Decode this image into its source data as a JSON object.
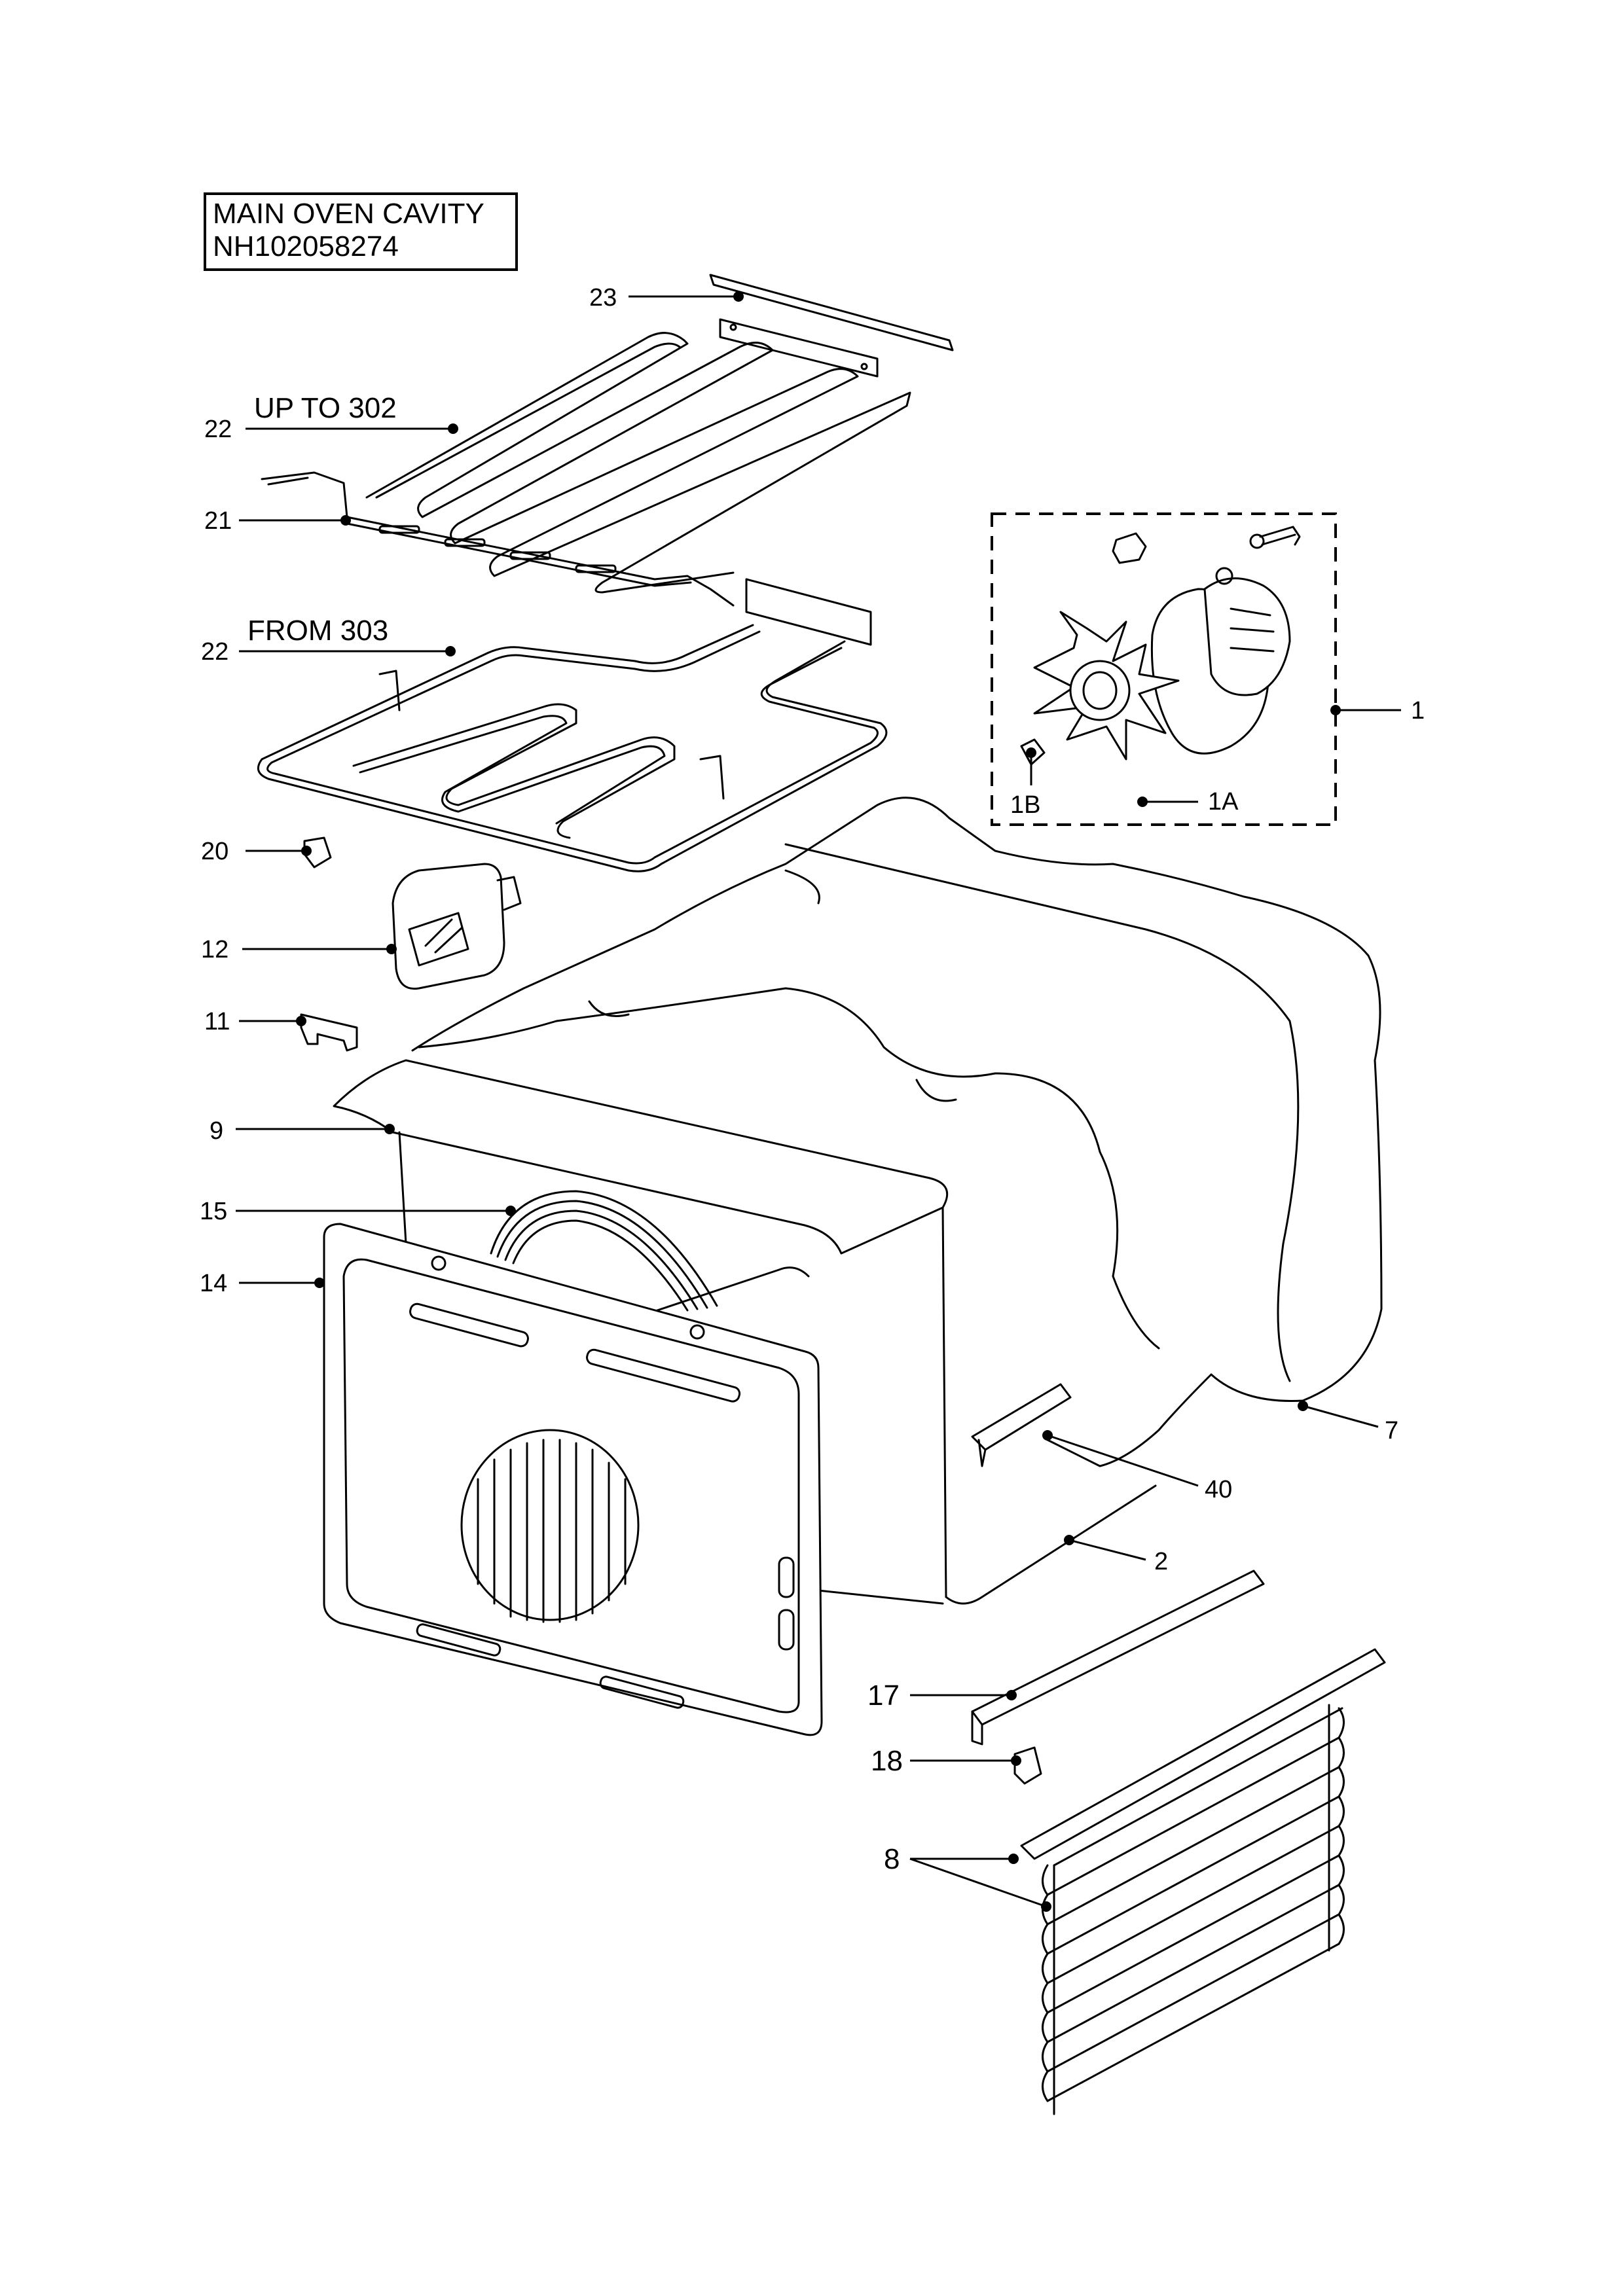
{
  "title": {
    "line1": "MAIN OVEN CAVITY",
    "line2": "NH102058274"
  },
  "callouts": {
    "c23": "23",
    "c22a": "22",
    "c22a_note": "UP TO 302",
    "c21": "21",
    "c22b": "22",
    "c22b_note": "FROM 303",
    "c1": "1",
    "c1a": "1A",
    "c1b": "1B",
    "c20": "20",
    "c12": "12",
    "c11": "11",
    "c9": "9",
    "c15": "15",
    "c14": "14",
    "c7": "7",
    "c40": "40",
    "c2": "2",
    "c17": "17",
    "c18": "18",
    "c8": "8"
  }
}
